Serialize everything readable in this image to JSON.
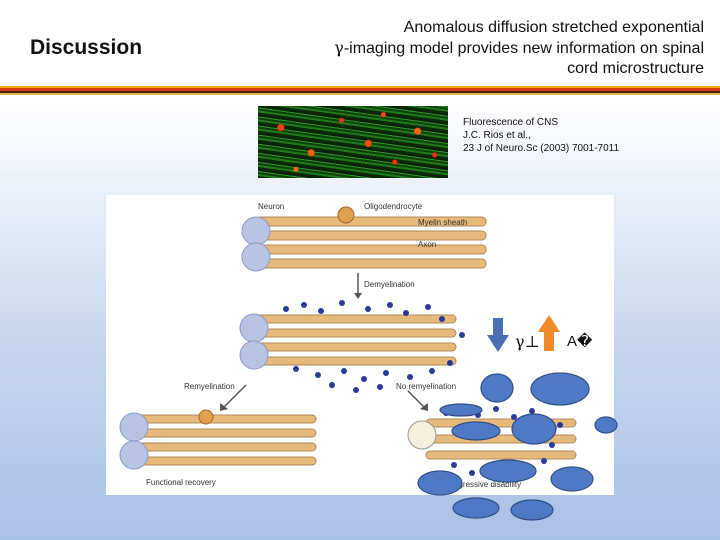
{
  "header": {
    "section": "Discussion",
    "title_line1": "Anomalous diffusion stretched exponential",
    "title_line2_gamma": "γ",
    "title_line2_rest": "-imaging model provides new information on spinal",
    "title_line3": "cord microstructure"
  },
  "caption": {
    "line1": "Fluorescence of CNS",
    "line2": "J.C. Rios et al.,",
    "line3": "23 J of Neuro.Sc (2003) 7001-7011"
  },
  "diagram": {
    "labels": {
      "neuron": "Neuron",
      "oligodendrocyte": "Oligodendrocyte",
      "myelin_sheath": "Myelin sheath",
      "axon": "Axon",
      "demyelination": "Demyelination",
      "remyelination": "Remyelination",
      "no_remyelination": "No remyelination",
      "functional_recovery": "Functional recovery",
      "progressive_disability": "Progressive disability"
    }
  },
  "annotations": {
    "gamma_perp": "γ⊥",
    "a_symbol": "A",
    "a_missing_glyph": "�",
    "arrow_down_color": "#4a6fb5",
    "arrow_up_color": "#f08a2a"
  },
  "colors": {
    "rule_orange": "#f3a21a",
    "rule_red": "#d63b12",
    "rule_dark": "#4a2210",
    "myelin": "#e7b97a",
    "dots": "#2a3a9a",
    "cell_body": "#b9c3e2",
    "ellipse_fill": "#4f79c4"
  }
}
